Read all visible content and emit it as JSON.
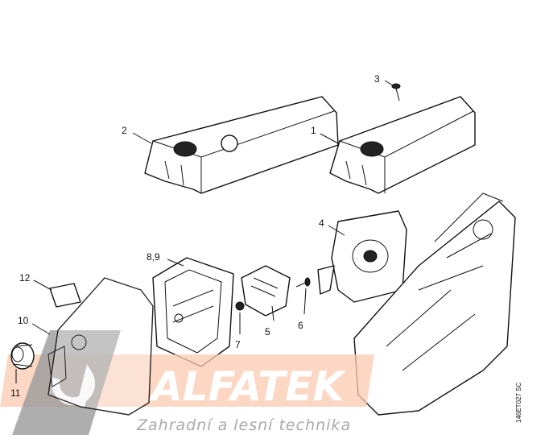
{
  "diagram": {
    "part_labels": {
      "p1": "1",
      "p2": "2",
      "p3": "3",
      "p4": "4",
      "p5": "5",
      "p6": "6",
      "p7": "7",
      "p8_9": "8,9",
      "p10": "10",
      "p11": "11",
      "p12": "12"
    },
    "drawing_code": "146ET027 SC"
  },
  "watermark": {
    "brand": "ALFATEK",
    "tagline": "Zahradní a lesní technika",
    "colors": {
      "band": "#f9c9b0",
      "logo": "#9a9a9a",
      "text": "#ffffff",
      "tagline": "#a9a9a9"
    }
  }
}
